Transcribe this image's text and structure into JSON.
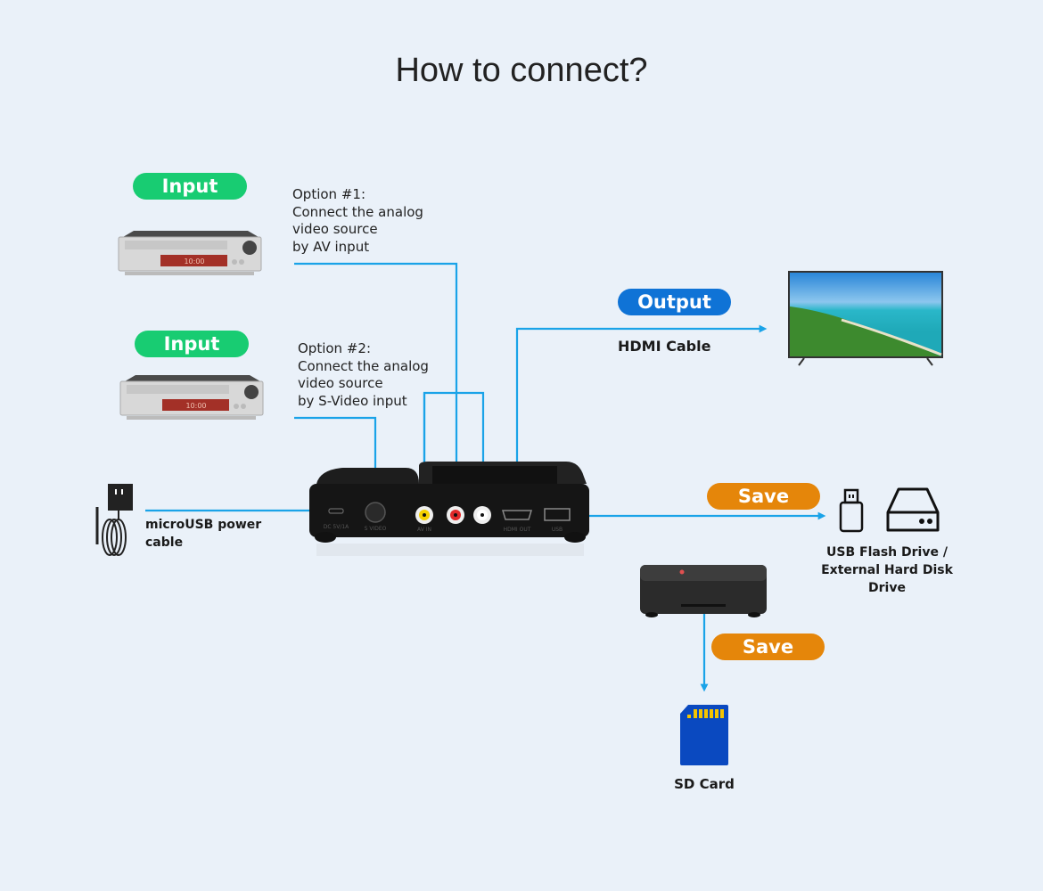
{
  "title": "How to connect?",
  "inputs": [
    {
      "badge": "Input",
      "device": "vcr-player",
      "display_text": "10:00",
      "option_text": "Option #1:\nConnect the analog\nvideo source\nby AV input"
    },
    {
      "badge": "Input",
      "device": "vcr-player",
      "display_text": "10:00",
      "option_text": "Option #2:\nConnect the analog\nvideo source\nby S-Video input"
    }
  ],
  "power": {
    "label": "microUSB power cable",
    "icon": "power-adapter-icon"
  },
  "device": {
    "ports": [
      "DC 5V/1A",
      "S VIDEO",
      "AV IN",
      "",
      "",
      "HDMI OUT",
      "USB"
    ]
  },
  "output": {
    "badge": "Output",
    "cable_label": "HDMI Cable",
    "target": "tv-icon"
  },
  "save_usb": {
    "badge": "Save",
    "label": "USB Flash Drive / External Hard Disk Drive",
    "icons": [
      "usb-flash-drive-icon",
      "hard-disk-icon"
    ]
  },
  "save_sd": {
    "badge": "Save",
    "label": "SD Card",
    "icon": "sd-card-icon"
  },
  "colors": {
    "background": "#eaf1f9",
    "wire": "#1aa3e8",
    "input_badge": "#18cc72",
    "output_badge": "#0f73d6",
    "save_badge": "#e5860a",
    "sd_card": "#0a49c0"
  }
}
